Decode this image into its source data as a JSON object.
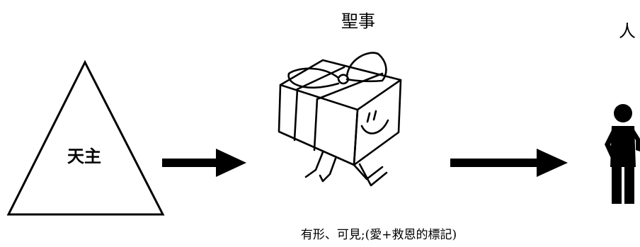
{
  "god": {
    "label": "天主"
  },
  "sacrament": {
    "title": "聖事",
    "caption": "有形、可見;(愛+救恩的標記)"
  },
  "person": {
    "label": "人"
  },
  "icons": {
    "god": "triangle-icon",
    "sacrament": "smiling-gift-box-icon",
    "person": "person-figure-icon",
    "arrow": "right-arrow-icon"
  },
  "colors": {
    "stroke": "#000000",
    "background": "#ffffff"
  }
}
